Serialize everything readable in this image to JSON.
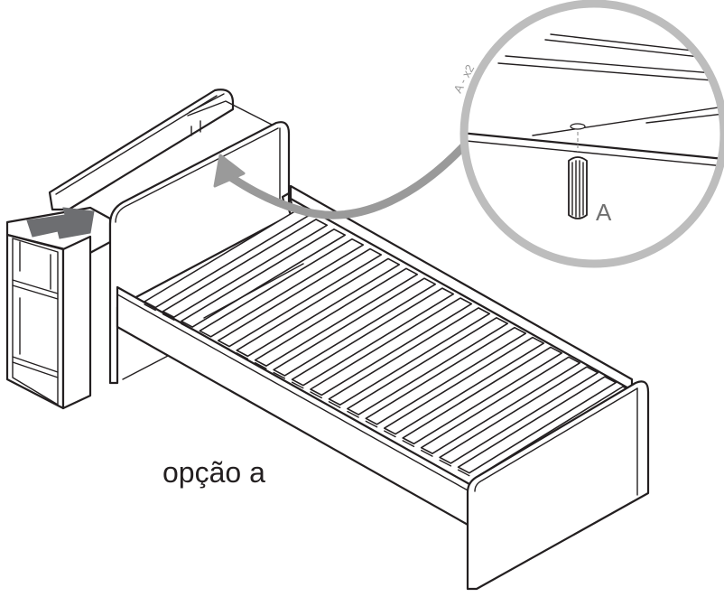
{
  "caption": "opção a",
  "detail": {
    "part_label": "A",
    "quantity_label": "A - x2"
  },
  "colors": {
    "line": "#231f20",
    "arrow_gray": "#6d6e71",
    "detail_circle": "#bdbdbd"
  },
  "icons": {
    "direction_arrow": "block-arrow-right-icon",
    "zoom_callout_arrow": "curved-arrow-icon"
  }
}
